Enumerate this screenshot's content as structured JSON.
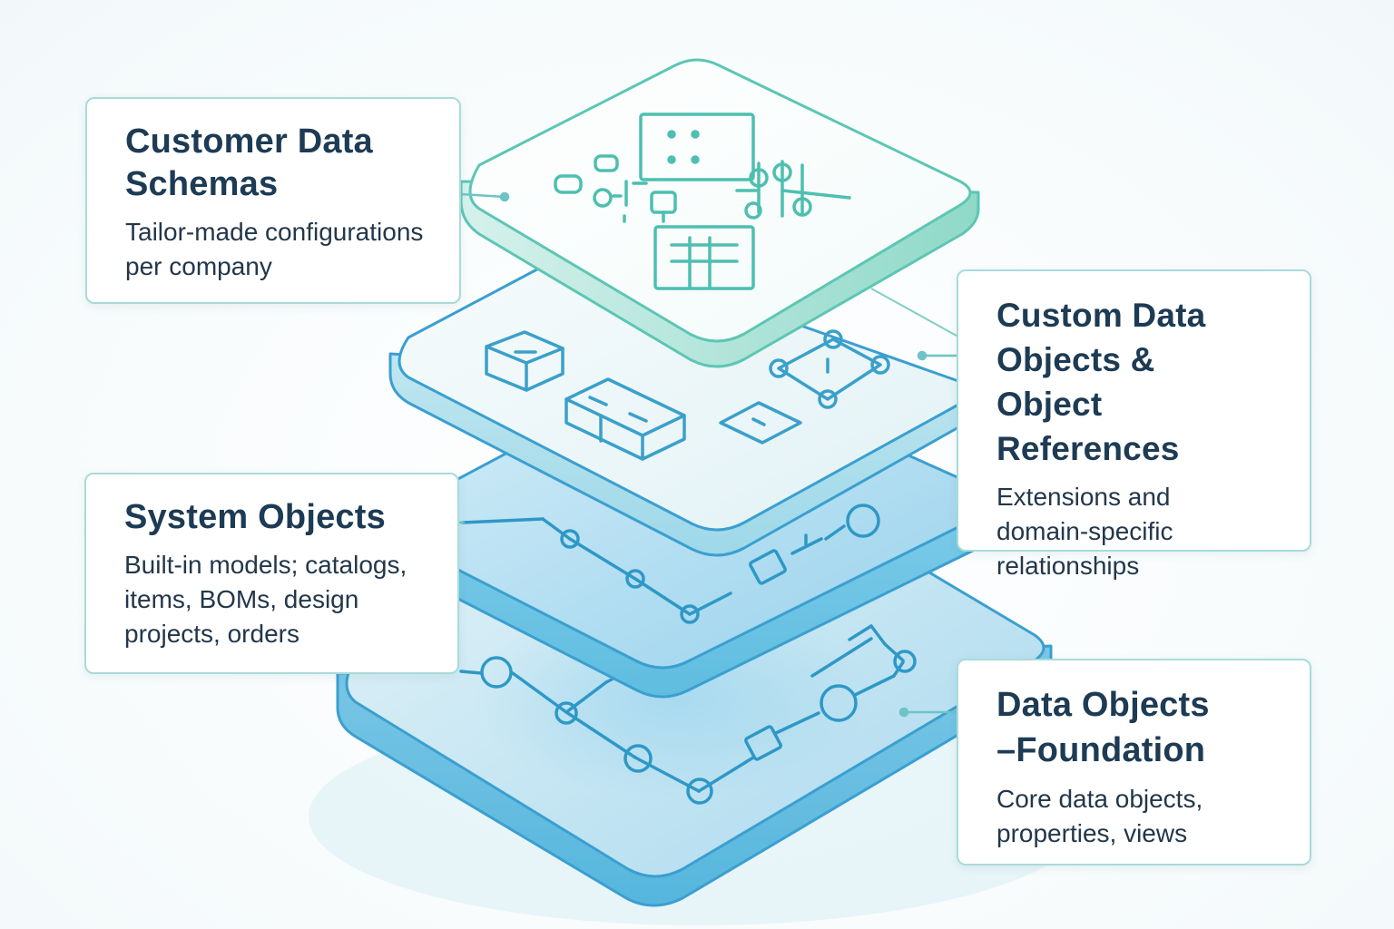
{
  "layers": [
    {
      "id": "customer-data-schemas",
      "title": "Customer Data Schemas",
      "title_lines": [
        "Customer Data",
        "Schemas"
      ],
      "description_lines": [
        "Tailor-made configurations",
        "per company"
      ],
      "color": "#5cc6b4"
    },
    {
      "id": "custom-data-objects",
      "title": "Custom Data Objects & Object References",
      "title_lines": [
        "Custom Data",
        "Objects &",
        "Object References"
      ],
      "description_lines": [
        "Extensions and",
        "domain-specific",
        "relationships"
      ],
      "color": "#4eb7c6"
    },
    {
      "id": "system-objects",
      "title": "System Objects",
      "title_lines": [
        "System Objects"
      ],
      "description_lines": [
        "Built-in models; catalogs,",
        "items, BOMs, design",
        "projects, orders"
      ],
      "color": "#3aa6cf"
    },
    {
      "id": "data-objects-foundation",
      "title": "Data Objects –Foundation",
      "title_lines": [
        "Data Objects",
        "–Foundation"
      ],
      "description_lines": [
        "Core data objects,",
        "properties, views"
      ],
      "color": "#3a9fd0"
    }
  ],
  "colors": {
    "text_dark": "#1d3b54",
    "callout_border": "#a9dbd8",
    "connector": "#6fc3c6",
    "layer_top_fill": "#ffffff",
    "layer_base_stroke": "#3a9fd0"
  }
}
